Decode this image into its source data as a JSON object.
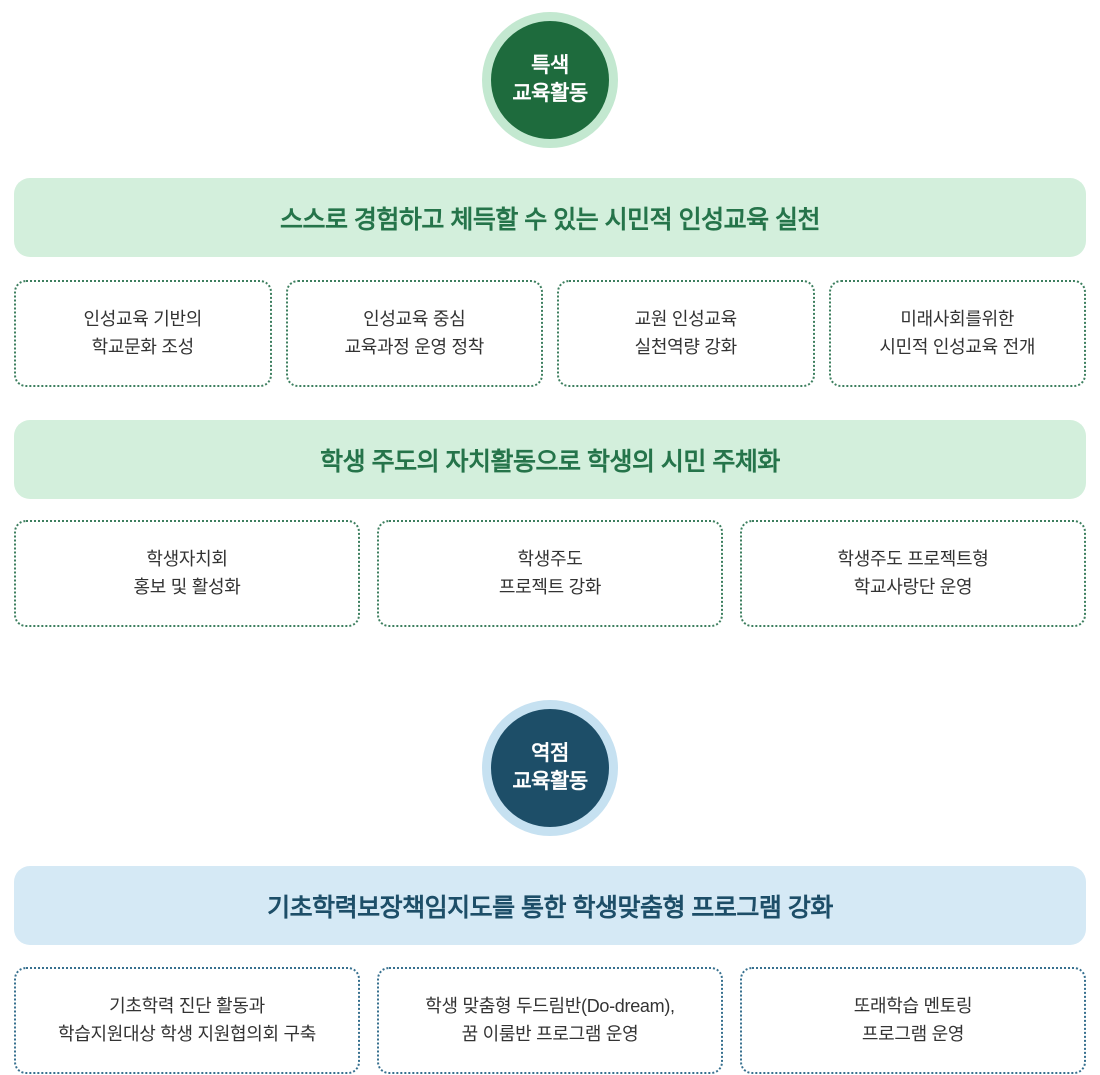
{
  "colors": {
    "green_dark": "#1e6b3d",
    "green_ring": "#c3e8d0",
    "green_banner_bg": "#d3efdc",
    "green_banner_text": "#25744a",
    "green_box_border": "#3d7f5f",
    "teal_dark": "#1d4e68",
    "blue_ring": "#c6e1f1",
    "blue_banner_bg": "#d5e9f5",
    "blue_banner_text": "#1d4e68",
    "blue_box_border": "#37708f",
    "box_text": "#333333"
  },
  "sections": [
    {
      "badge": {
        "line1": "특색",
        "line2": "교육활동"
      },
      "groups": [
        {
          "banner": "스스로 경험하고 체득할 수 있는 시민적 인성교육 실천",
          "boxes": [
            {
              "line1": "인성교육 기반의",
              "line2": "학교문화 조성"
            },
            {
              "line1": "인성교육 중심",
              "line2": "교육과정 운영 정착"
            },
            {
              "line1": "교원 인성교육",
              "line2": "실천역량 강화"
            },
            {
              "line1": "미래사회를위한",
              "line2": "시민적 인성교육 전개"
            }
          ]
        },
        {
          "banner": "학생 주도의 자치활동으로 학생의 시민 주체화",
          "boxes": [
            {
              "line1": "학생자치회",
              "line2": "홍보 및 활성화"
            },
            {
              "line1": "학생주도",
              "line2": "프로젝트 강화"
            },
            {
              "line1": "학생주도 프로젝트형",
              "line2": "학교사랑단 운영"
            }
          ]
        }
      ]
    },
    {
      "badge": {
        "line1": "역점",
        "line2": "교육활동"
      },
      "groups": [
        {
          "banner": "기초학력보장책임지도를 통한 학생맞춤형 프로그램 강화",
          "boxes": [
            {
              "line1": "기초학력 진단 활동과",
              "line2": "학습지원대상 학생 지원협의회 구축"
            },
            {
              "line1": "학생 맞춤형 두드림반(Do-dream),",
              "line2": "꿈 이룸반 프로그램 운영"
            },
            {
              "line1": "또래학습 멘토링",
              "line2": "프로그램 운영"
            }
          ]
        }
      ]
    }
  ]
}
